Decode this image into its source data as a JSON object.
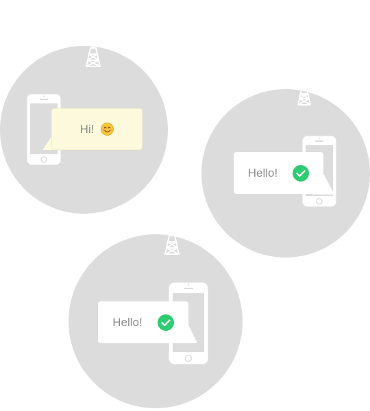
{
  "colors": {
    "scene_bg": "#dcdcdc",
    "phone": "#ffffff",
    "sent_bubble": "#fdf9dc",
    "received_bubble": "#ffffff",
    "text": "#8c8c8c",
    "check": "#2ecc71"
  },
  "scenes": [
    {
      "message": {
        "text": "Hi!",
        "icon": "smiley-emoji-icon",
        "style": "sent"
      }
    },
    {
      "message": {
        "text": "Hello!",
        "icon": "checkmark-circle-icon",
        "style": "received"
      }
    },
    {
      "message": {
        "text": "Hello!",
        "icon": "checkmark-circle-icon",
        "style": "received"
      }
    }
  ]
}
